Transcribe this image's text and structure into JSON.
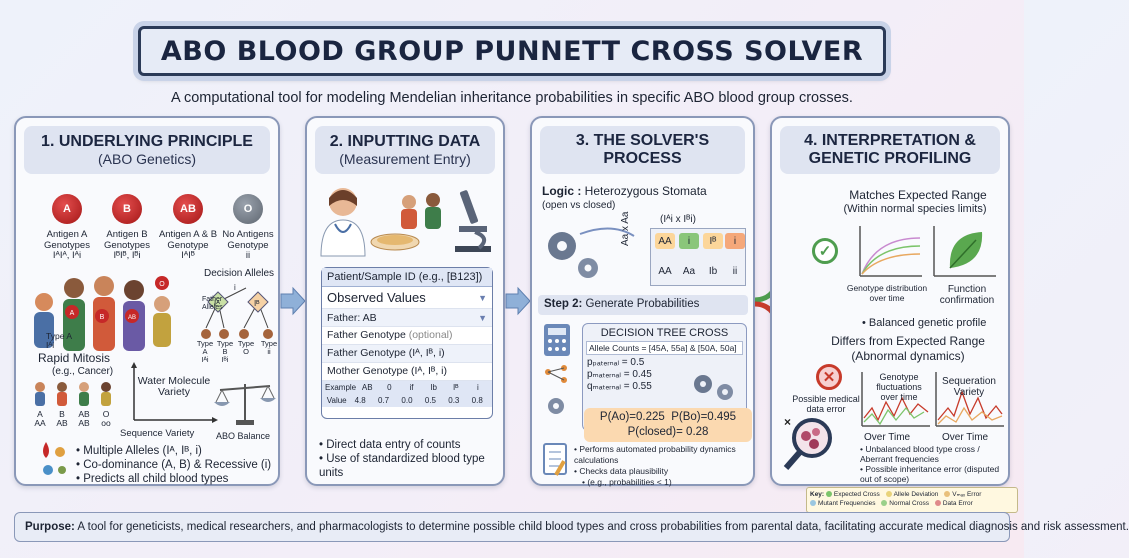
{
  "title": "ABO BLOOD GROUP PUNNETT CROSS SOLVER",
  "subtitle": "A computational tool for modeling Mendelian inheritance probabilities in specific ABO blood group crosses.",
  "panel1": {
    "heading": "1. UNDERLYING PRINCIPLE",
    "subheading": "(ABO Genetics)",
    "cells": [
      {
        "letter": "A",
        "label": "Antigen A\nGenotypes\nIᴬIᴬ, Iᴬi"
      },
      {
        "letter": "B",
        "label": "Antigen B\nGenotypes\nIᴮIᴮ, Iᴮi"
      },
      {
        "letter": "AB",
        "label": "Antigen A & B\nGenotype\nIᴬIᴮ"
      },
      {
        "letter": "O",
        "label": "No Antigens\nGenotype\nii"
      }
    ],
    "decision_alleles": "Decision Alleles",
    "father_alleles": "Father\nAlleles",
    "allele_a": "Iᴬ",
    "allele_b": "Iᴮ",
    "allele_i": "i",
    "types": [
      "Type A\nIᴬi",
      "Type B\nIᴮi",
      "Type\nO",
      "Type\nii"
    ],
    "type_a_label": "Type A\nIᴬi",
    "rapid_mitosis": "Rapid Mitosis",
    "rapid_mitosis_eg": "(e.g., Cancer)",
    "water_molecule": "Water Molecule\nVariety",
    "sequence_variety": "Sequence Variety",
    "abo_balance": "ABO Balance",
    "family_labels": [
      "A\nAA",
      "B\nAB",
      "AB\nAB",
      "O\noo"
    ],
    "bullets": [
      "Multiple Alleles (Iᴬ, Iᴮ, i)",
      "Co-dominance (A, B) & Recessive (i)",
      "Predicts all child blood types"
    ]
  },
  "panel2": {
    "heading": "2. INPUTTING DATA",
    "subheading": "(Measurement Entry)",
    "form": {
      "header": "Patient/Sample ID (e.g., [B123])",
      "observed": "Observed Values",
      "father_select": "Father: AB",
      "father_geno_opt": "Father Genotype",
      "optional": "(optional)",
      "father_geno": "Father Genotype (Iᴬ, Iᴮ, i)",
      "mother_geno": "Mother Genotype (Iᴬ, Iᴮ, i)",
      "example_label": "Example",
      "value_label": "Value",
      "example_cols": [
        "AB",
        "0",
        "if",
        "Ib",
        "Iᴮ",
        "i"
      ],
      "example_vals": [
        "4.8",
        "0.7",
        "0.0",
        "0.5",
        "0.3",
        "0.8"
      ]
    },
    "bullets": [
      "Direct data entry of counts",
      "Use of standardized blood type units"
    ]
  },
  "panel3": {
    "heading": "3. THE SOLVER'S",
    "heading2": "PROCESS",
    "logic_label": "Logic :",
    "logic_text": "Heterozygous Stomata",
    "logic_sub": "(open vs closed)",
    "cross": "(Iᴬi x Iᴮi)",
    "aa_side": "Aa x Aa",
    "grid": [
      "AA",
      "i",
      "Iᴮ",
      "i"
    ],
    "grid_bottom": [
      "AA",
      "Aa",
      "Ib",
      "ii"
    ],
    "step2_label": "Step 2:",
    "step2_text": "Generate Probabilities",
    "tree_title": "DECISION TREE CROSS",
    "allele_counts": "Allele Counts = [45A, 55a] & [50A, 50a]",
    "p_paternal": "pₚₐₜₑᵣₙₐₗ = 0.5",
    "p_maternal": "pₘₐₜₑᵣₙₐₗ = 0.45",
    "q_maternal": "qₘₐₜₑᵣₙₐₗ = 0.55",
    "p_ao": "P(Ao)=0.225",
    "p_bo": "P(Bo)=0.495",
    "p_closed": "P(closed)= 0.28",
    "bullets": [
      "Performs automated probability dynamics calculations",
      "Checks data plausibility",
      "(e.g., probabilities < 1)"
    ]
  },
  "panel4": {
    "heading": "4. INTERPRETATION &",
    "heading2": "GENETIC PROFILING",
    "match_title": "Matches Expected Range",
    "match_sub": "(Within normal species limits)",
    "geno_dist": "Genotype distribution\nover time",
    "func_conf": "Function\nconfirmation",
    "balanced": "Balanced genetic profile",
    "differ_title": "Differs from Expected Range",
    "differ_sub": "(Abnormal dynamics)",
    "possible_error": "Possible medical\ndata error",
    "geno_fluct": "Genotype\nfluctuations\nover time",
    "seq_variety": "Sequeration\nVariety",
    "over_time1": "Over Time",
    "over_time2": "Over Time",
    "bullets": [
      "Unbalanced blood type cross / Aberrant frequencies",
      "Possible inheritance error (disputed out of scope)"
    ]
  },
  "key": {
    "label": "Key:",
    "items": [
      {
        "name": "Expected Cross",
        "color": "#7cc46a"
      },
      {
        "name": "Allele Deviation",
        "color": "#e9d37a"
      },
      {
        "name": "Vₘₐₓ Error",
        "color": "#e9c07a"
      },
      {
        "name": "Mutant Frequencies",
        "color": "#9bc7e0"
      },
      {
        "name": "Normal Cross",
        "color": "#9ad08a"
      },
      {
        "name": "Data Error",
        "color": "#e08a8a"
      }
    ]
  },
  "purpose_label": "Purpose:",
  "purpose_text": "A tool for geneticists, medical researchers, and pharmacologists to determine possible child blood types and cross probabilities from parental data, facilitating accurate medical diagnosis and risk assessment.",
  "colors": {
    "navy": "#2b3a57",
    "red": "#c62828",
    "green": "#3f9d4b",
    "orange": "#f5c48a"
  }
}
